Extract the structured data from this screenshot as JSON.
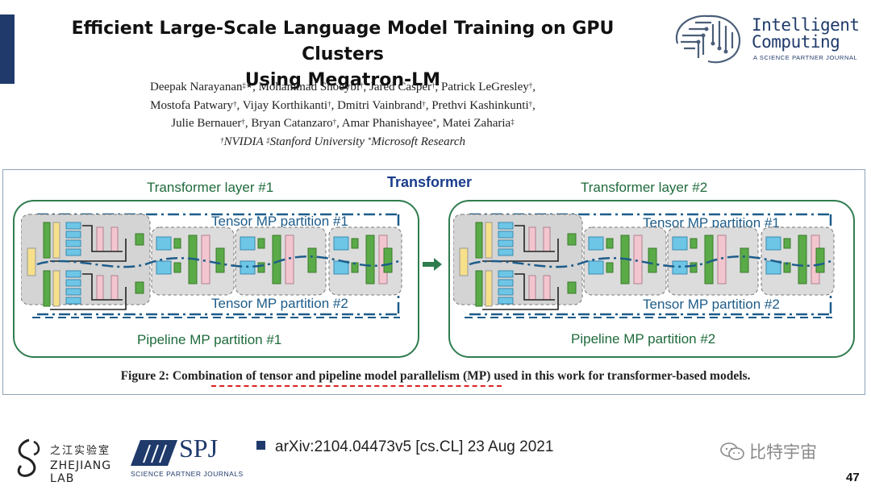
{
  "slide": {
    "title_line1": "Efficient Large-Scale Language Model Training on GPU Clusters",
    "title_line2": "Using Megatron-LM",
    "page_number": "47"
  },
  "authors": {
    "line1": [
      {
        "name": "Deepak Narayanan",
        "mark": "‡★"
      },
      {
        "name": ", Mohammad Shoeybi",
        "mark": "†"
      },
      {
        "name": ", Jared Casper",
        "mark": "†"
      },
      {
        "name": ", Patrick LeGresley",
        "mark": "†"
      }
    ],
    "line2": [
      {
        "name": ",",
        "mark": ""
      },
      {
        "name": "Mostofa Patwary",
        "mark": "†"
      },
      {
        "name": ", Vijay Korthikanti",
        "mark": "†"
      },
      {
        "name": ", Dmitri Vainbrand",
        "mark": "†"
      },
      {
        "name": ", Prethvi Kashinkunti",
        "mark": "†"
      }
    ],
    "line3": [
      {
        "name": ",",
        "mark": ""
      },
      {
        "name": "Julie Bernauer",
        "mark": "†"
      },
      {
        "name": ", Bryan Catanzaro",
        "mark": "†"
      },
      {
        "name": ", Amar Phanishayee",
        "mark": "*"
      },
      {
        "name": ", Matei Zaharia",
        "mark": "‡"
      }
    ],
    "affiliations": [
      {
        "mark": "†",
        "name": "NVIDIA"
      },
      {
        "mark": "‡",
        "name": "Stanford University"
      },
      {
        "mark": "*",
        "name": "Microsoft Research"
      }
    ]
  },
  "journal_logo": {
    "line1": "Intelligent",
    "line2": "Computing",
    "sub": "A SCIENCE PARTNER JOURNAL"
  },
  "figure": {
    "heading": "Transformer",
    "layers": [
      {
        "label": "Transformer layer #1",
        "tensor_top": "Tensor MP partition #1",
        "tensor_bottom": "Tensor MP partition #2",
        "pipeline": "Pipeline MP partition #1"
      },
      {
        "label": "Transformer layer #2",
        "tensor_top": "Tensor MP partition #1",
        "tensor_bottom": "Tensor MP partition #2",
        "pipeline": "Pipeline MP partition #2"
      }
    ],
    "caption": "Figure 2: Combination of tensor and pipeline model parallelism (MP) used in this work for transformer-based models.",
    "colors": {
      "layer_border": "#2f7d4f",
      "tensor_line": "#1d5c8a",
      "block_green": "#5aab48",
      "block_blue": "#6ec6e6",
      "block_pink": "#f3c6cf",
      "block_yellow": "#f6e08a",
      "underline": "#dd2222"
    }
  },
  "footer": {
    "lab_cn": "之江实验室",
    "lab_en": "ZHEJIANG LAB",
    "spj": "SPJ",
    "spj_sub": "SCIENCE PARTNER JOURNALS",
    "arxiv": "arXiv:2104.04473v5 [cs.CL] 23 Aug 2021",
    "watermark": "比特宇宙",
    "watermark_icon": "wechat-icon"
  }
}
